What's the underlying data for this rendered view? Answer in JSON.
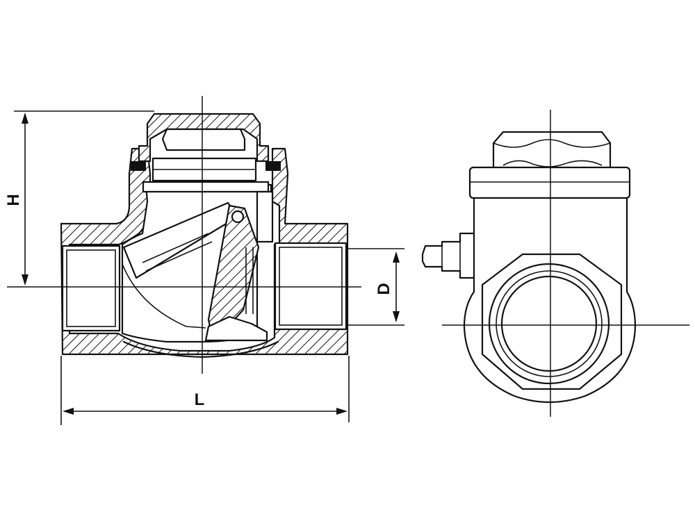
{
  "dimensions": {
    "height_label": "H",
    "length_label": "L",
    "diameter_label": "D"
  }
}
